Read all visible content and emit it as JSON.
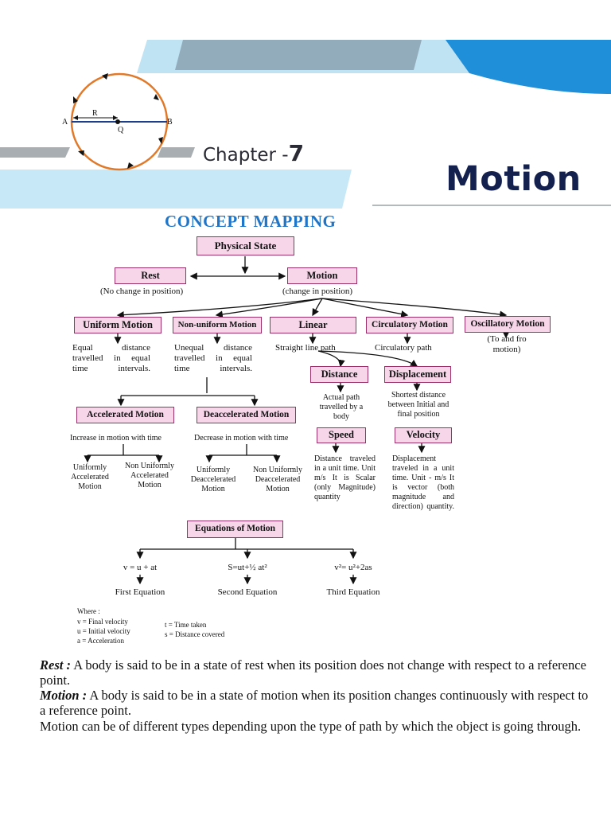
{
  "header": {
    "chapter_label": "Chapter -",
    "chapter_number": "7",
    "title": "Motion",
    "circle_labels": {
      "a": "A",
      "b": "B",
      "r": "R",
      "q": "Q"
    }
  },
  "map": {
    "heading": "CONCEPT MAPPING",
    "physical_state": "Physical State",
    "rest": "Rest",
    "rest_note": "(No change in position)",
    "motion": "Motion",
    "motion_note": "(change in position)",
    "uniform": "Uniform Motion",
    "uniform_desc": "Equal distance travelled in equal time intervals.",
    "nonuniform": "Non-uniform Motion",
    "nonuniform_desc": "Unequal distance travelled in equal time intervals.",
    "linear": "Linear",
    "linear_desc": "Straight line path",
    "circulatory": "Circulatory Motion",
    "circulatory_desc": "Circulatory path",
    "oscillatory": "Oscillatory Motion",
    "oscillatory_desc": "(To and fro motion)",
    "distance": "Distance",
    "distance_desc": "Actual path travelled by a body",
    "displacement": "Displacement",
    "displacement_desc": "Shortest distance between Initial and final position",
    "speed": "Speed",
    "speed_desc": "Distance traveled in a unit time. Unit m/s It is Scalar (only Magnitude) quantity",
    "velocity": "Velocity",
    "velocity_desc": "Displacement traveled in a unit time. Unit - m/s It is vector (both magnitude and direction) quantity.",
    "accelerated": "Accelerated Motion",
    "accelerated_desc": "Increase in motion with time",
    "deaccelerated": "Deaccelerated Motion",
    "deaccelerated_desc": "Decrease in motion with time",
    "uniformly_accelerated": "Uniformly Accelerated Motion",
    "nonuniformly_accelerated": "Non Uniformly Accelerated Motion",
    "uniformly_deaccelerated": "Uniformly Deaccelerated Motion",
    "nonuniformly_deaccelerated": "Non Uniformly Deaccelerated Motion",
    "equations": "Equations of Motion",
    "eq1": "v = u + at",
    "eq1_label": "First Equation",
    "eq2": "S=ut+½ at²",
    "eq2_label": "Second Equation",
    "eq3": "v²= u²+2as",
    "eq3_label": "Third Equation",
    "where": "Where :",
    "where_v": "v = Final velocity",
    "where_u": "u = Initial velocity",
    "where_a": "a = Acceleration",
    "where_t": "t = Time taken",
    "where_s": "s = Distance covered"
  },
  "text": {
    "rest_term": "Rest :",
    "rest_def": "A body is said to be in a state of rest when its position does not change with respect to a reference point.",
    "motion_term": "Motion :",
    "motion_def": "A body is said to be in a state of motion when its position changes continuously with respect to a reference point.",
    "types": "Motion can be of different types depending upon the type of path by which the object is going through."
  }
}
